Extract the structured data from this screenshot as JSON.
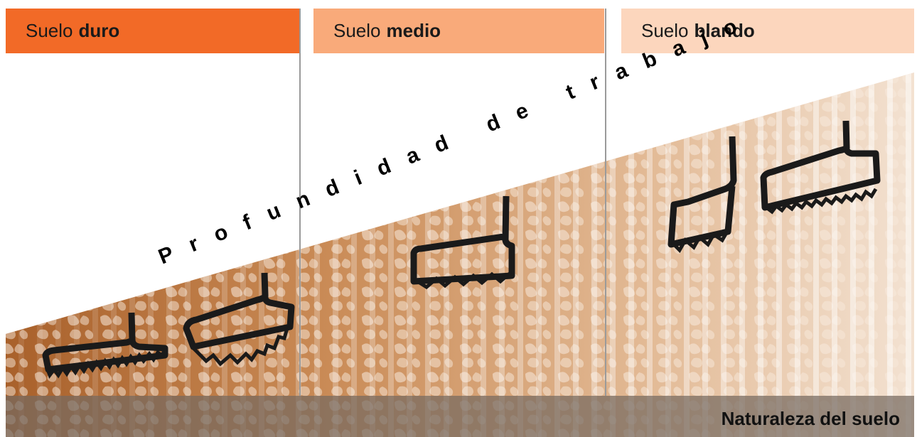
{
  "headers": [
    {
      "word": "Suelo",
      "bold": "duro",
      "color": "#f26a27"
    },
    {
      "word": "Suelo",
      "bold": "medio",
      "color": "#f9aa7a"
    },
    {
      "word": "Suelo",
      "bold": "blando",
      "color": "#fcd6bd"
    }
  ],
  "depth_label": "Profundidad de trabajo",
  "footer_label": "Naturaleza del suelo",
  "colors": {
    "soil_dark": "#b06a2e",
    "soil_light": "#e9c8a8",
    "tool": "#1a1a1a",
    "footer": "#766960"
  }
}
